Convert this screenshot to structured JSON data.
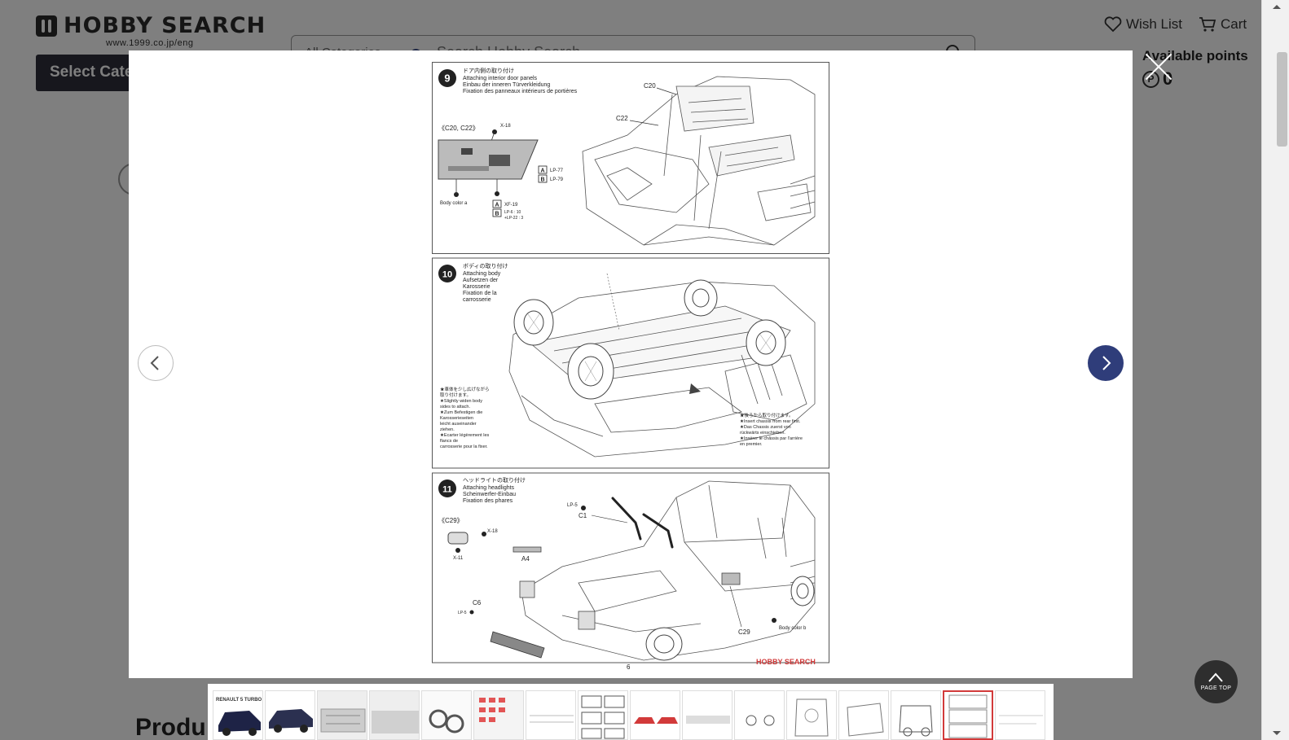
{
  "header": {
    "logo_text": "HOBBY SEARCH",
    "logo_url_text": "www.1999.co.jp/eng",
    "select_category_label": "Select Category",
    "search_category": "All Categories",
    "search_placeholder": "Search Hobby Search",
    "wish_list_label": "Wish List",
    "cart_label": "Cart",
    "available_points_label": "Available points",
    "points_badge": "P",
    "points_value": "0"
  },
  "page": {
    "product_heading": "Produ"
  },
  "modal": {
    "step9": {
      "number": "9",
      "title_jp": "ドア内側の取り付け",
      "title_en": "Attaching interior door panels",
      "title_de": "Einbau der inneren Türverkleidung",
      "title_fr": "Fixation des panneaux intérieurs de portières",
      "parts_note": "《C20, C22》",
      "screw": "X-18",
      "label_c20": "C20",
      "label_c22": "C22",
      "paint_a_1": "LP-77",
      "paint_b_1": "LP-79",
      "body_color": "Body color a",
      "paint_a_2": "XF-19",
      "paint_b_2": "LP-6 : 10",
      "paint_b_3": "+LP-22 : 3"
    },
    "step10": {
      "number": "10",
      "title_jp": "ボディの取り付け",
      "title_en": "Attaching body",
      "title_de": "Aufsetzen der",
      "title_de2": "Karosserie",
      "title_fr": "Fixation de la",
      "title_fr2": "carrosserie",
      "note_left": [
        "★車体を少し広げながら",
        "取り付けます。",
        "★Slightly widen body",
        "sides to attach.",
        "★Zum Befestigen die",
        "Karosserieseiten",
        "leicht auseinander",
        "ziehen.",
        "★Ecarter légèrement les",
        "flancs de",
        "carrosserie pour la fixer."
      ],
      "note_right": [
        "★後ろから取り付けます。",
        "★Insert chassis from rear first.",
        "★Das Chassis zuerst von",
        "rückwärts einschieben.",
        "★Insérer le châssis par l'arrière",
        "en premier."
      ]
    },
    "step11": {
      "number": "11",
      "title_jp": "ヘッドライトの取り付け",
      "title_en": "Attaching headlights",
      "title_de": "Scheinwerfer-Einbau",
      "title_fr": "Fixation des phares",
      "parts_note": "《C29》",
      "screw": "X-18",
      "screw2": "X-11",
      "label_lp5": "LP-5",
      "label_c1": "C1",
      "label_a4": "A4",
      "label_c6": "C6",
      "label_lp5b": "LP-5",
      "label_c29": "C29",
      "body_color": "Body color b"
    },
    "page_number": "6",
    "watermark": "HOBBY SEARCH",
    "close_icon": "close-icon",
    "prev_icon": "chevron-left-icon",
    "next_icon": "chevron-right-icon",
    "thumbnail_count": 16,
    "active_thumbnail_index": 14,
    "thumb1_text": "RENAULT 5 TURBO"
  },
  "page_top": {
    "label": "PAGE TOP"
  },
  "colors": {
    "next_button": "#2f3d7a",
    "active_thumb_border": "#d23a3a",
    "select_category_bg": "#2f2f3a"
  }
}
